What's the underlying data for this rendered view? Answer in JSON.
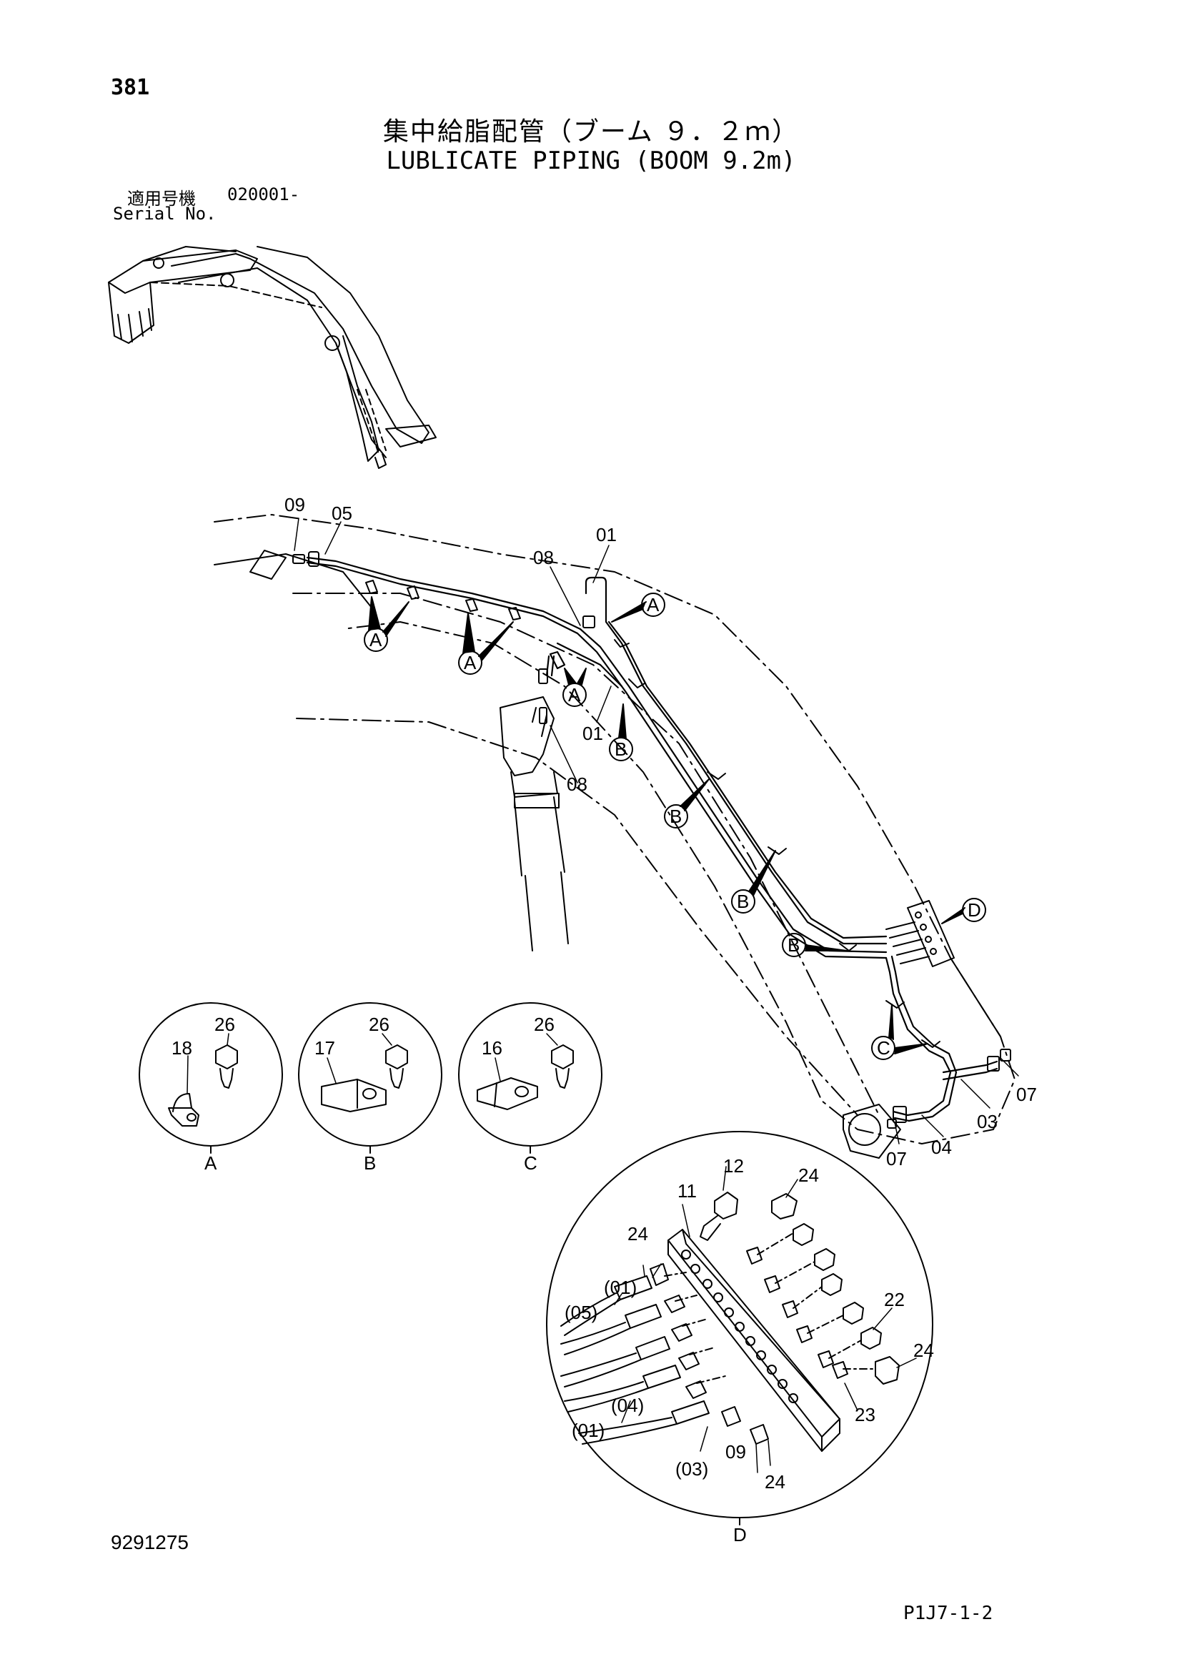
{
  "header": {
    "page_number": "381",
    "title_japanese": "集中給脂配管（ブーム ９．２ｍ）",
    "title_english": "LUBLICATE PIPING (BOOM 9.2m)",
    "serial_label_japanese": "適用号機",
    "serial_value": "020001-",
    "serial_label_english": "Serial No."
  },
  "footer": {
    "document_number": "9291275",
    "figure_code": "P1J7-1-2"
  },
  "callouts": {
    "main": [
      "09",
      "05",
      "01",
      "08",
      "01",
      "08",
      "07",
      "04",
      "03",
      "07"
    ],
    "clamp_markers": [
      "A",
      "A",
      "A",
      "A",
      "B",
      "B",
      "B",
      "B",
      "C",
      "D"
    ]
  },
  "detail_views": {
    "A": {
      "label": "A",
      "parts": [
        "18",
        "26"
      ]
    },
    "B": {
      "label": "B",
      "parts": [
        "17",
        "26"
      ]
    },
    "C": {
      "label": "C",
      "parts": [
        "16",
        "26"
      ]
    },
    "D": {
      "label": "D",
      "parts": [
        "12",
        "11",
        "24",
        "24",
        "(01)",
        "(05)",
        "(01)",
        "(04)",
        "(03)",
        "09",
        "24",
        "22",
        "24",
        "23"
      ]
    }
  },
  "colors": {
    "line": "#000000",
    "background": "#ffffff"
  }
}
